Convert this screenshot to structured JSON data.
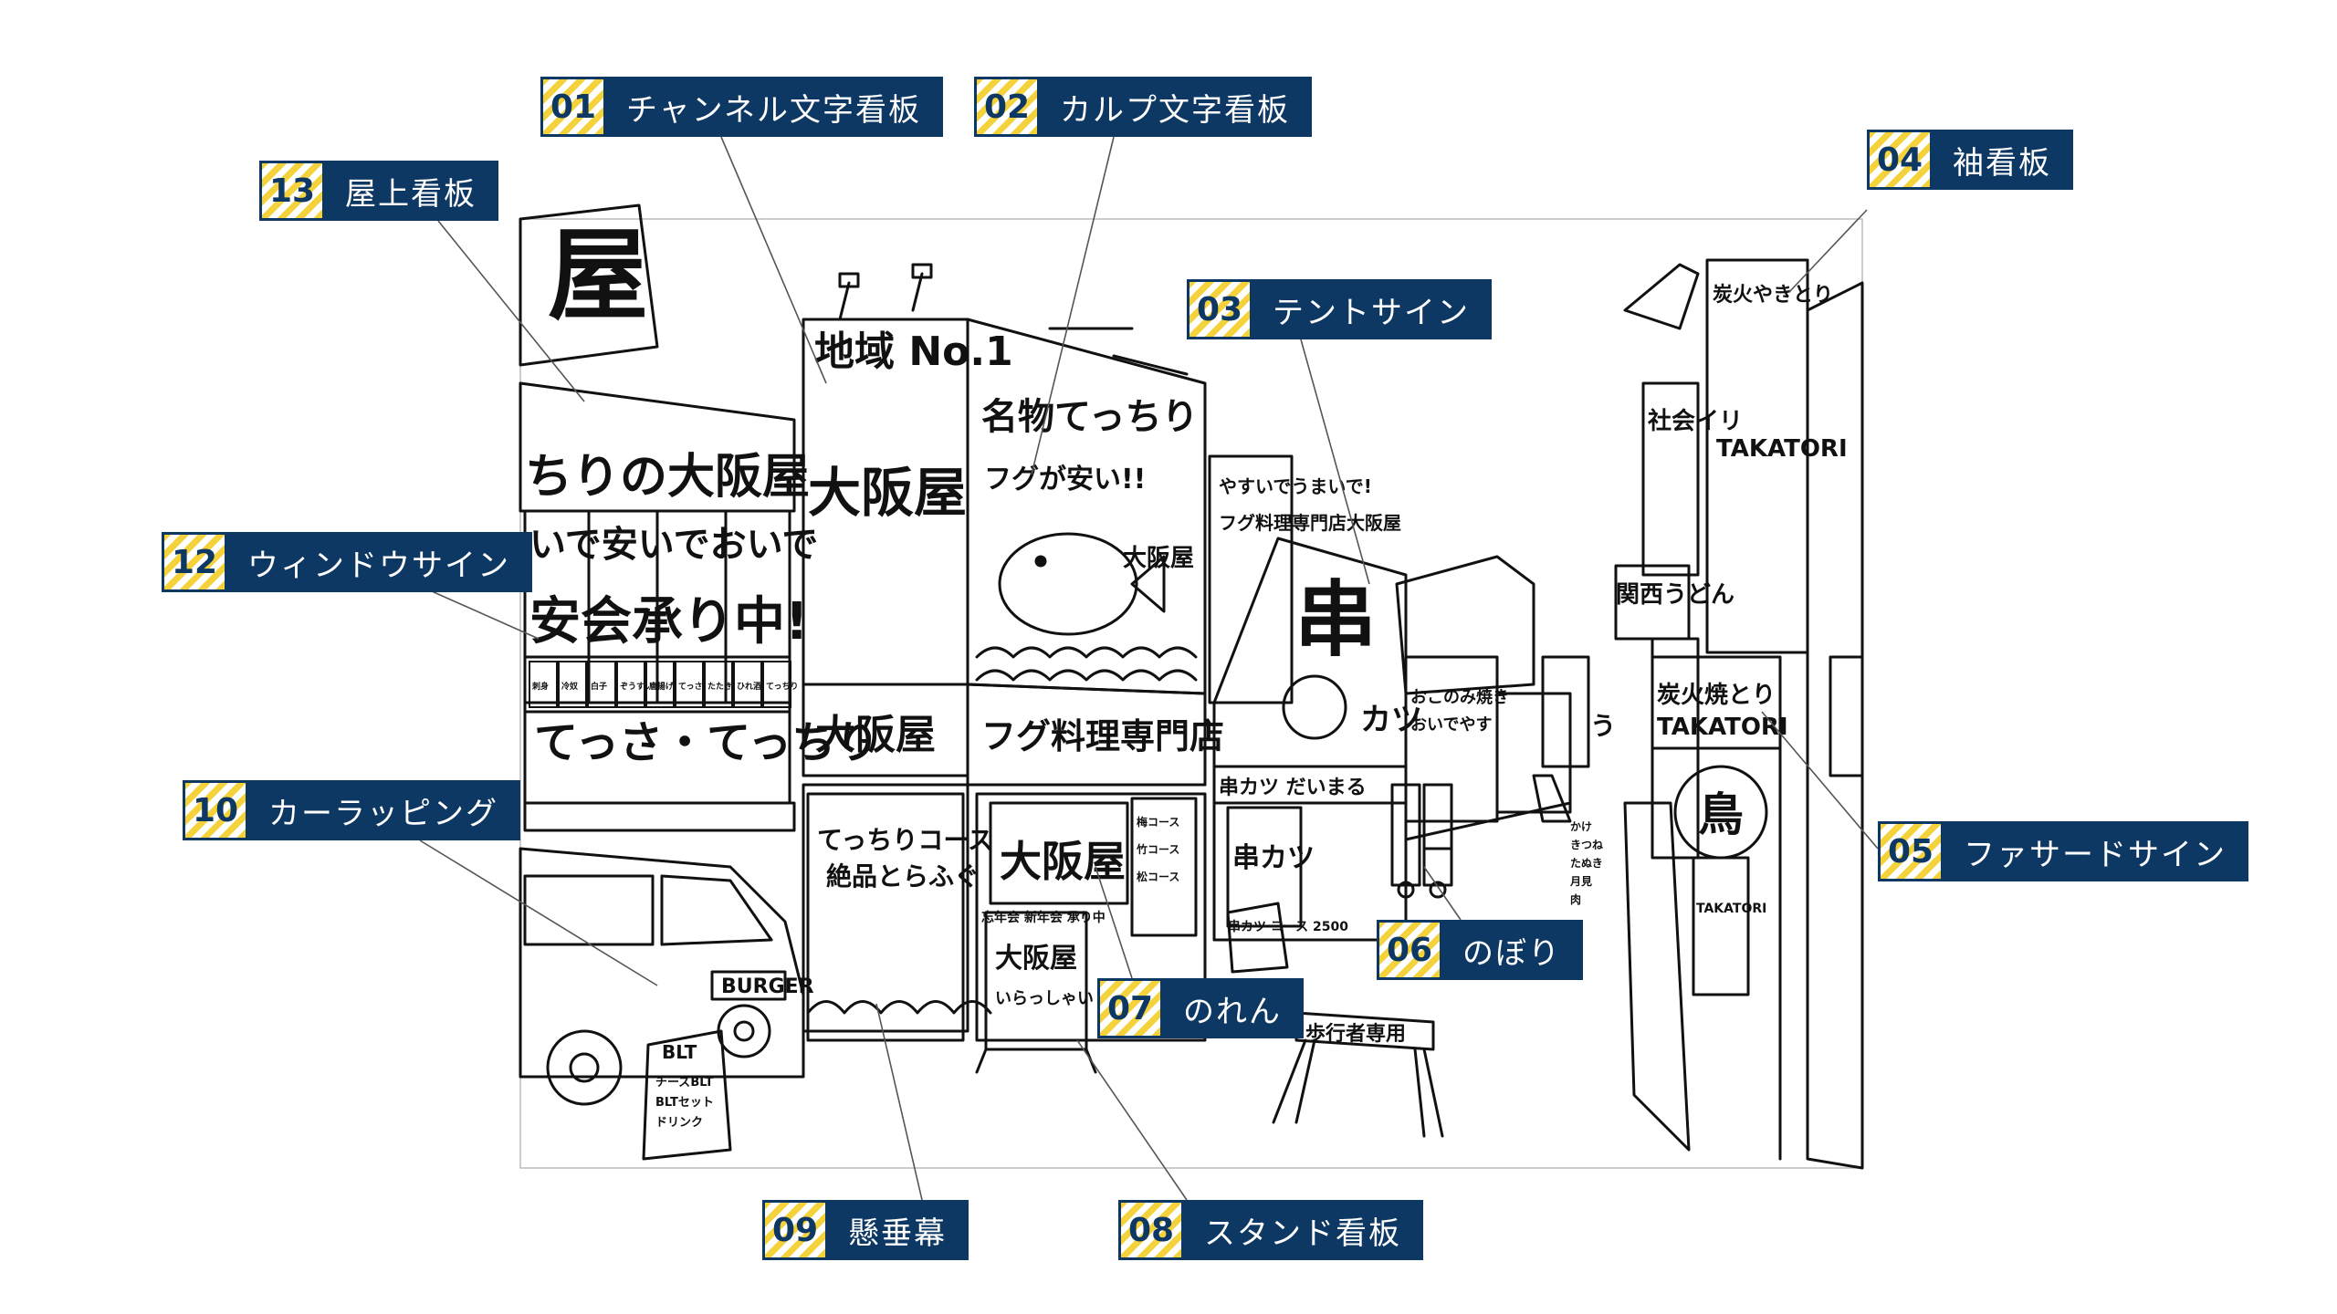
{
  "labels": [
    {
      "id": "01",
      "text": "チャンネル文字看板"
    },
    {
      "id": "02",
      "text": "カルプ文字看板"
    },
    {
      "id": "03",
      "text": "テントサイン"
    },
    {
      "id": "04",
      "text": "袖看板"
    },
    {
      "id": "05",
      "text": "ファサードサイン"
    },
    {
      "id": "06",
      "text": "のぼり"
    },
    {
      "id": "07",
      "text": "のれん"
    },
    {
      "id": "08",
      "text": "スタンド看板"
    },
    {
      "id": "09",
      "text": "懸垂幕"
    },
    {
      "id": "10",
      "text": "カーラッピング"
    },
    {
      "id": "12",
      "text": "ウィンドウサイン"
    },
    {
      "id": "13",
      "text": "屋上看板"
    }
  ],
  "illustration": {
    "signs": {
      "rooftop_char": "屋",
      "rooftop_banner": "ちりの大阪屋",
      "window_band": "いで安いでおいで",
      "window_big": "安会承り中!",
      "menu_items": [
        "刺身",
        "冷奴",
        "白子",
        "ぞうすい",
        "唐揚げ",
        "てっさ",
        "たたき",
        "ひれ酒",
        "てっちり"
      ],
      "lower_band": "てっさ・てっちり",
      "channel_top": "地域 No.1",
      "channel_main": "大阪屋",
      "culp_top": "名物てっちり",
      "fugu_text": "フグが安い!!",
      "fugu_side": "大阪屋",
      "fascia_left": "大阪屋",
      "fascia_right": "フグ料理専門店",
      "vertical_sign": "フグ料理専門店大阪屋",
      "vertical_sign2": "やすいでうまいで!",
      "banner_hanging": "てっちりコース",
      "banner_hanging2": "絶品とらふぐ",
      "noren": "大阪屋",
      "noren_side": "忘年会 新年会 承り中",
      "stand_main": "大阪屋",
      "stand_side": "いらっしゃい",
      "tent_char": "串",
      "tent_sub": "カツ",
      "kushi_sign": "串カツ だいまる",
      "kushi_banner": "串カツ",
      "okonomi": "おこのみ焼き",
      "okonomi2": "おいでやす",
      "udon": "関西うどん",
      "tower": "社会イリ",
      "sleeve_top": "炭火やきとり",
      "sleeve_brand": "TAKATORI",
      "facade_top": "炭火焼とり",
      "facade_brand": "TAKATORI",
      "circle_char": "鳥",
      "round_sign": "う",
      "small_vertical": "TAKATORI",
      "pedestrian": "歩行者専用",
      "car_text": "BURGER",
      "car_board_title": "BLT",
      "car_board_items": [
        "チーズBLT",
        "BLTセット",
        "ドリンク"
      ],
      "stand_menu": [
        "かけ",
        "きつね",
        "たぬき",
        "月見",
        "肉"
      ],
      "menu_board": [
        "梅コース",
        "竹コース",
        "松コース"
      ],
      "fee_sign": "串カツ コース 2500"
    }
  }
}
